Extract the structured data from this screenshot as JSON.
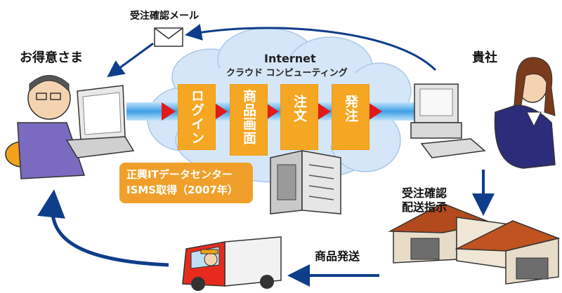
{
  "labels": {
    "mail": "受注確認メール",
    "customer": "お得意さま",
    "company": "貴社",
    "internet": "Internet",
    "cloud": "クラウド コンピューティング",
    "order_confirm_line1": "受注確認",
    "order_confirm_line2": "配送指示",
    "shipping": "商品発送"
  },
  "steps": [
    {
      "label": "ログイン"
    },
    {
      "label": "商品画面"
    },
    {
      "label": "注文"
    },
    {
      "label": "発注"
    }
  ],
  "datacenter": {
    "line1": "正興ITデータセンター",
    "line2": "ISMS取得（2007年）"
  },
  "colors": {
    "step": "#f5a623",
    "arrow": "#0e3d8a",
    "pipe": "#4aa8e8",
    "chevron": "#e01a1a",
    "cloud": "#d4e6f7"
  }
}
